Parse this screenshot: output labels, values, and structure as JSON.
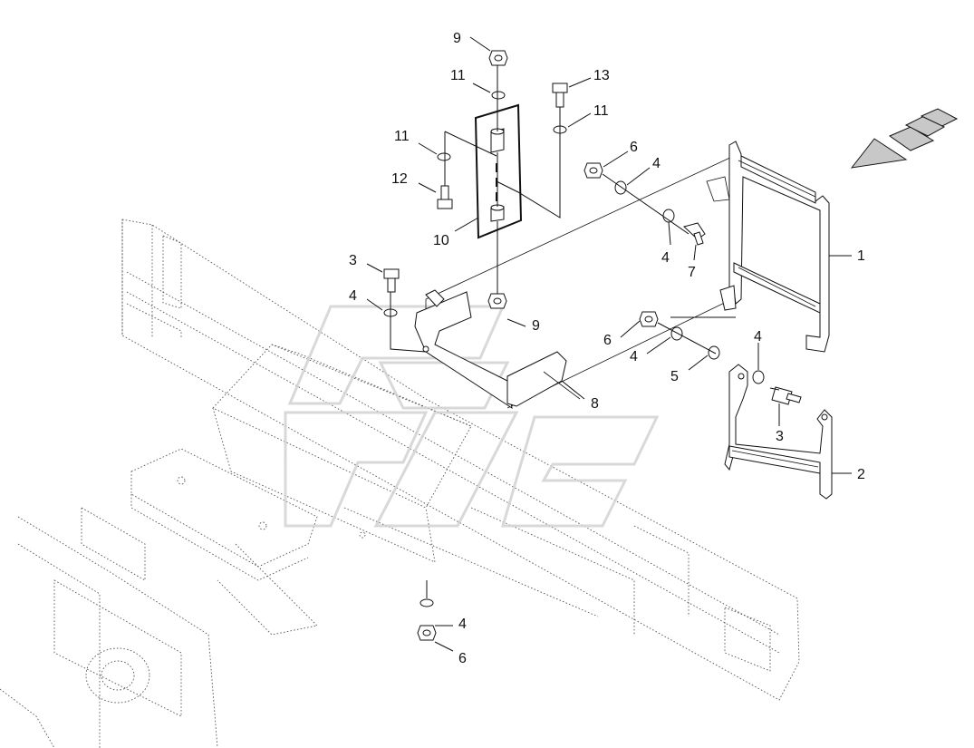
{
  "callouts": {
    "c1": "1",
    "c2": "2",
    "c3a": "3",
    "c3b": "3",
    "c4a": "4",
    "c4b": "4",
    "c4c": "4",
    "c4d": "4",
    "c4e": "4",
    "c4f": "4",
    "c5": "5",
    "c6a": "6",
    "c6b": "6",
    "c6c": "6",
    "c7": "7",
    "c8": "8",
    "c9a": "9",
    "c9b": "9",
    "c10": "10",
    "c11a": "11",
    "c11b": "11",
    "c11c": "11",
    "c12": "12",
    "c13": "13"
  },
  "icons": {
    "direction": "direction-arrow-icon",
    "watermark": "watermark-logo"
  },
  "colors": {
    "line": "#111111",
    "frame": "#555555",
    "watermark": "#d2d2d2"
  }
}
